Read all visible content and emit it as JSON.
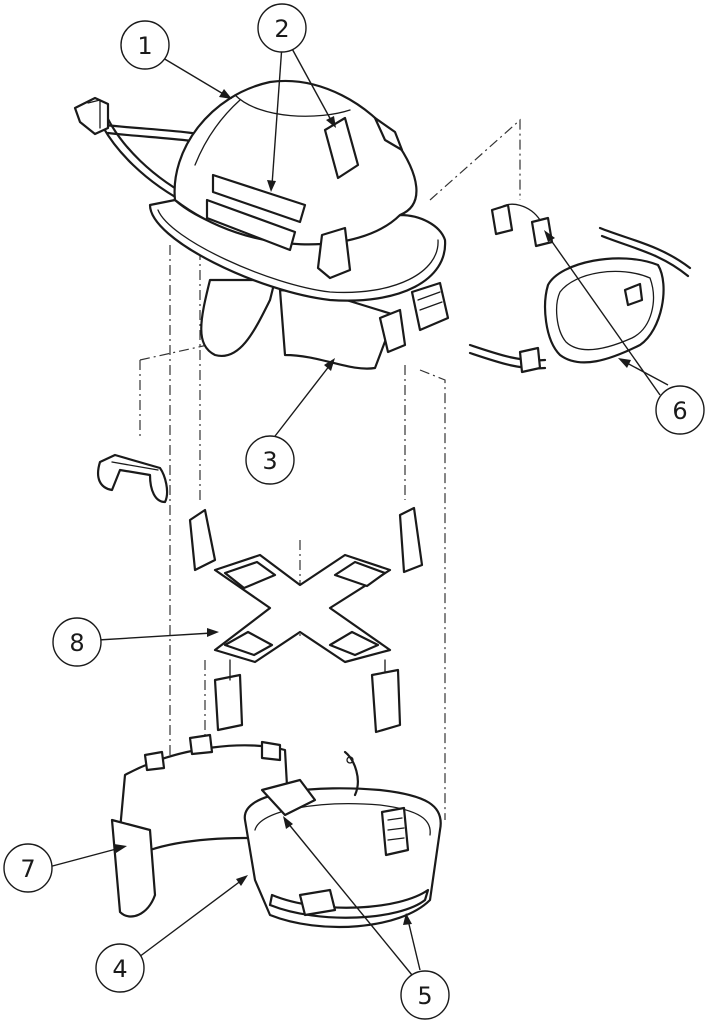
{
  "callouts": [
    {
      "id": "c1",
      "label": "1"
    },
    {
      "id": "c2",
      "label": "2"
    },
    {
      "id": "c3",
      "label": "3"
    },
    {
      "id": "c4",
      "label": "4"
    },
    {
      "id": "c5",
      "label": "5"
    },
    {
      "id": "c6",
      "label": "6"
    },
    {
      "id": "c7",
      "label": "7"
    },
    {
      "id": "c8",
      "label": "8"
    }
  ],
  "colors": {
    "line": "#1a1a1a",
    "background": "#ffffff"
  }
}
